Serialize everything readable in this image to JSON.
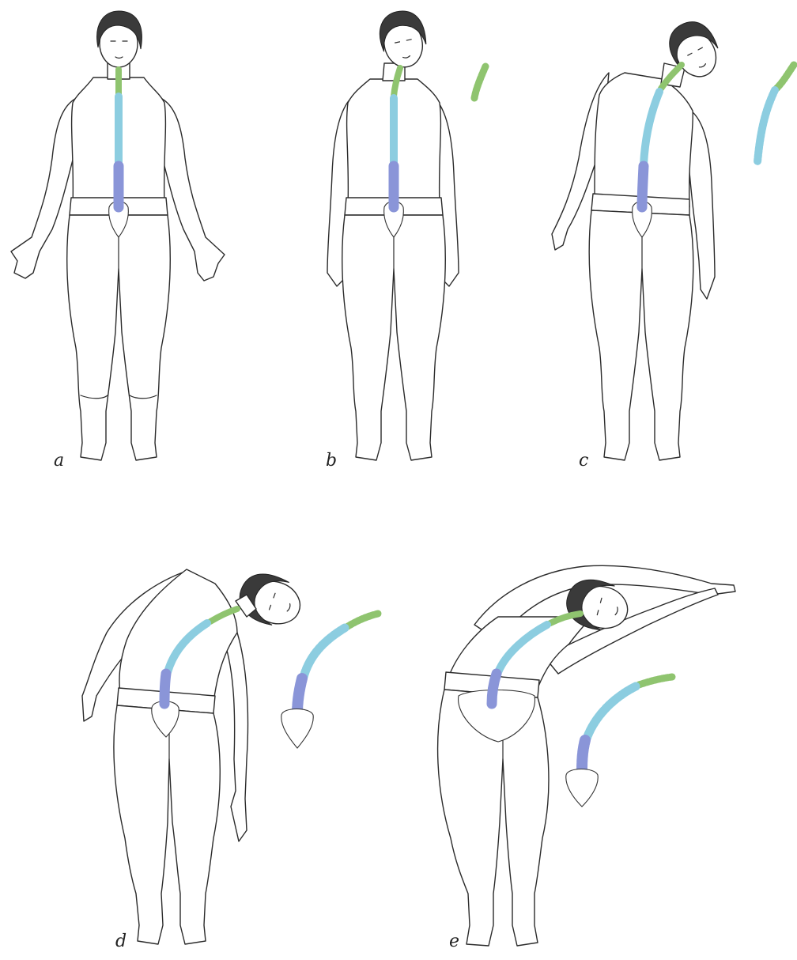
{
  "panels": [
    {
      "id": "a",
      "label": "a"
    },
    {
      "id": "b",
      "label": "b"
    },
    {
      "id": "c",
      "label": "c"
    },
    {
      "id": "d",
      "label": "d"
    },
    {
      "id": "e",
      "label": "e"
    }
  ],
  "colors": {
    "cervical": "#8fc46f",
    "thoracic": "#8ccde0",
    "lumbar": "#8a95d8",
    "outline": "#2b2b2b",
    "hair": "#3a3a3a"
  }
}
